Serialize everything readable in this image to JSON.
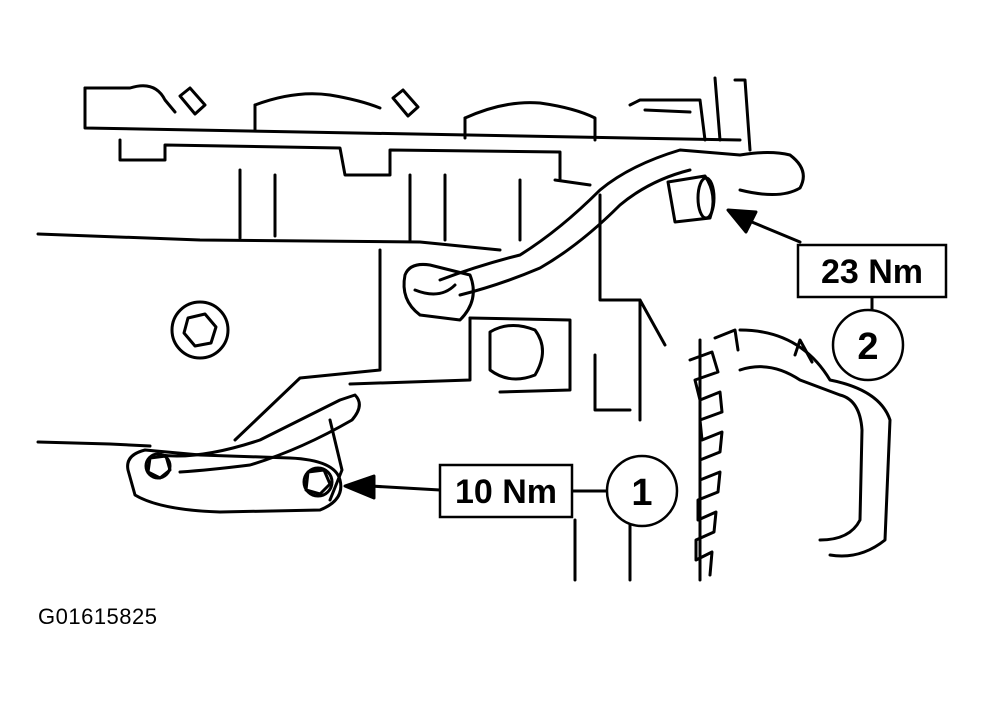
{
  "figure_id": "G01615825",
  "callouts": [
    {
      "number": "1",
      "torque": "10 Nm"
    },
    {
      "number": "2",
      "torque": "23 Nm"
    }
  ]
}
